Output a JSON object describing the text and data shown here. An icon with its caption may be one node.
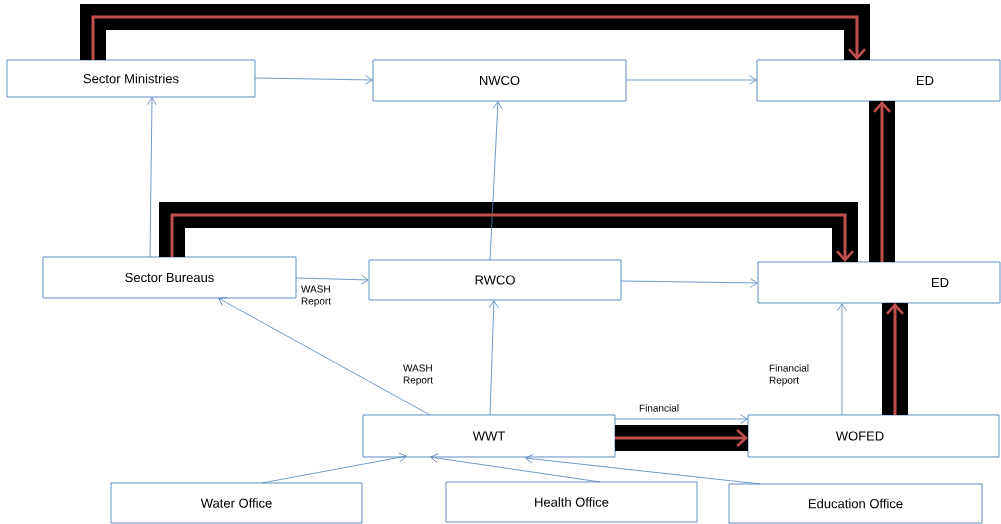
{
  "diagram": {
    "nodes": [
      {
        "text": [
          "Sector Ministries"
        ]
      },
      {
        "text": [
          "NWCO"
        ]
      },
      {
        "text": [
          "ED"
        ]
      },
      {
        "text": [
          "Sector Bureaus"
        ]
      },
      {
        "text": [
          "RWCO"
        ]
      },
      {
        "text": [
          "ED"
        ]
      },
      {
        "text": [
          "WWT"
        ]
      },
      {
        "text": [
          "WOFED"
        ]
      },
      {
        "text": [
          "Water Office"
        ]
      },
      {
        "text": [
          "Health Office"
        ]
      },
      {
        "text": [
          "Education Office"
        ]
      }
    ],
    "edges": [
      {
        "from": 0,
        "to": 1,
        "arrow": "to"
      },
      {
        "from": 1,
        "to": 2,
        "arrow": "to"
      },
      {
        "from": 3,
        "to": 0,
        "arrow": "to"
      },
      {
        "from": 4,
        "to": 1,
        "arrow": "to"
      },
      {
        "from": 3,
        "to": 4,
        "arrow": "to",
        "label": "WASH Report"
      },
      {
        "from": 4,
        "to": 5,
        "arrow": "to"
      },
      {
        "from": 6,
        "to": 3,
        "arrow": "to",
        "label": "WASH Report"
      },
      {
        "from": 6,
        "to": 4,
        "arrow": "to"
      },
      {
        "from": 6,
        "to": 7,
        "arrow": "to",
        "label": "Financial"
      },
      {
        "from": 7,
        "to": 5,
        "arrow": "to",
        "label": "Financial Report"
      },
      {
        "from": 8,
        "to": 6,
        "arrow": "to"
      },
      {
        "from": 9,
        "to": 6,
        "arrow": "to"
      },
      {
        "from": 10,
        "to": 6,
        "arrow": "to"
      },
      {
        "from": 0,
        "to": 2,
        "arrow": "to",
        "style": "thick",
        "color": "#c0504d"
      },
      {
        "from": 3,
        "to": 5,
        "arrow": "to",
        "style": "thick",
        "color": "#c0504d"
      },
      {
        "from": 5,
        "to": 2,
        "arrow": "to",
        "style": "thick",
        "color": "#c0504d"
      },
      {
        "from": 7,
        "to": 5,
        "arrow": "to",
        "style": "thick",
        "color": "#c0504d"
      },
      {
        "from": 6,
        "to": 7,
        "arrow": "to",
        "style": "thick",
        "color": "#c0504d"
      }
    ]
  }
}
